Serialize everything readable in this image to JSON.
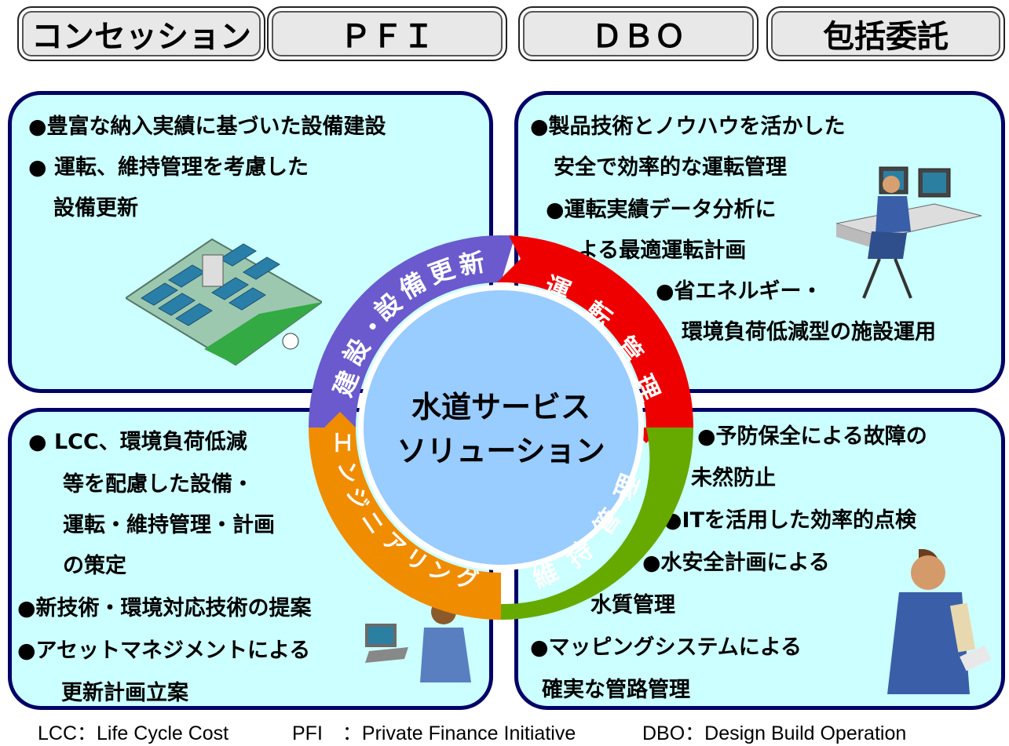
{
  "tabs": [
    "コンセッション",
    "ＰＦＩ",
    "ＤＢＯ",
    "包括委託"
  ],
  "panels": {
    "top_left": {
      "lines": [
        "●豊富な納入実績に基づいた設備建設",
        "● 運転、維持管理を考慮した",
        "設備更新"
      ]
    },
    "top_right": {
      "lines": [
        "●製品技術とノウハウを活かした",
        "安全で効率的な運転管理",
        "●運転実績データ分析に",
        "よる最適運転計画",
        "●省エネルギー・",
        "環境負荷低減型の施設運用"
      ]
    },
    "bottom_left": {
      "lines": [
        "● LCC、環境負荷低減",
        "等を配慮した設備・",
        "運転・維持管理・計画",
        "の策定",
        "●新技術・環境対応技術の提案",
        "●アセットマネジメントによる",
        "更新計画立案"
      ]
    },
    "bottom_right": {
      "lines": [
        "●予防保全による故障の",
        "未然防止",
        "●ITを活用した効率的点検",
        "●水安全計画による",
        "水質管理",
        "●マッピングシステムによる",
        "確実な管路管理"
      ]
    }
  },
  "center": {
    "line1": "水道サービス",
    "line2": "ソリューション"
  },
  "ring_labels": {
    "construction": [
      "建",
      "設",
      "・",
      "設",
      "備",
      "更",
      "新"
    ],
    "operation": [
      "運",
      "転",
      "管",
      "理"
    ],
    "maintenance": [
      "維",
      "持",
      "管",
      "理"
    ],
    "engineering": [
      "エ",
      "ン",
      "ジ",
      "ニ",
      "ア",
      "リ",
      "ン",
      "グ"
    ]
  },
  "footer": {
    "lcc": "LCC：Life Cycle Cost",
    "pfi": "PFI　：Private Finance Initiative",
    "dbo": "DBO：Design Build Operation"
  },
  "colors": {
    "panel_fill": "#ccffff",
    "panel_border": "#000066",
    "construction": "#6a5acd",
    "operation": "#ee0000",
    "maintenance": "#66aa00",
    "engineering": "#f08c00",
    "center_fill": "#99ccff"
  }
}
